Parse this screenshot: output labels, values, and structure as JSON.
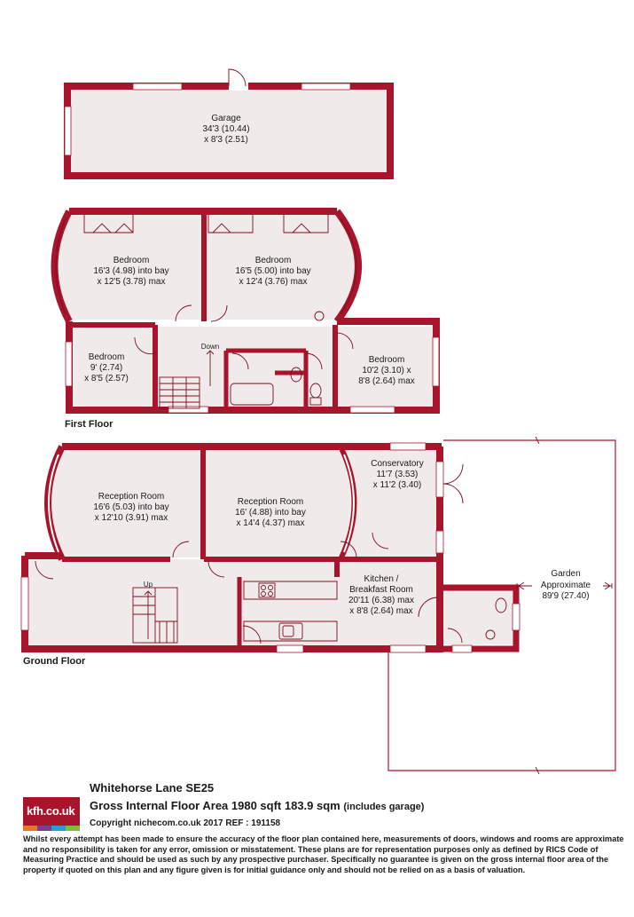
{
  "colors": {
    "wall": "#a8142b",
    "room_fill": "#f1eaea",
    "logo_bar": [
      "#e87722",
      "#7a3c97",
      "#2b9bd8",
      "#7bbf3a"
    ]
  },
  "rooms": {
    "garage": {
      "name": "Garage",
      "dim1": "34'3 (10.44)",
      "dim2": "x 8'3 (2.51)"
    },
    "bed1": {
      "name": "Bedroom",
      "dim1": "16'3 (4.98) into bay",
      "dim2": "x 12'5 (3.78) max"
    },
    "bed2": {
      "name": "Bedroom",
      "dim1": "16'5 (5.00) into bay",
      "dim2": "x 12'4 (3.76) max"
    },
    "bed3": {
      "name": "Bedroom",
      "dim1": "9' (2.74)",
      "dim2": "x 8'5 (2.57)"
    },
    "bed4": {
      "name": "Bedroom",
      "dim1": "10'2 (3.10) x",
      "dim2": "8'8 (2.64) max"
    },
    "recep1": {
      "name": "Reception Room",
      "dim1": "16'6 (5.03) into bay",
      "dim2": "x 12'10 (3.91) max"
    },
    "recep2": {
      "name": "Reception Room",
      "dim1": "16' (4.88) into bay",
      "dim2": "x 14'4 (4.37) max"
    },
    "conservatory": {
      "name": "Conservatory",
      "dim1": "11'7 (3.53)",
      "dim2": "x 11'2 (3.40)"
    },
    "kitchen": {
      "name": "Kitchen /",
      "name2": "Breakfast Room",
      "dim1": "20'11 (6.38) max",
      "dim2": "x 8'8 (2.64) max"
    },
    "garden": {
      "name": "Garden",
      "name2": "Approximate",
      "dim1": "89'9 (27.40)"
    }
  },
  "stairs": {
    "down": "Down",
    "up": "Up"
  },
  "floors": {
    "first": "First Floor",
    "ground": "Ground Floor"
  },
  "footer": {
    "logo": "kfh.co.uk",
    "address": "Whitehorse Lane  SE25",
    "area": "Gross Internal Floor Area 1980 sqft 183.9 sqm",
    "area_note": "(includes garage)",
    "copyright": "Copyright nichecom.co.uk 2017 REF : 191158",
    "disclaimer": "Whilst every attempt has been made to ensure the accuracy of the floor plan contained here, measurements of doors, windows and rooms are approximate and no responsibility is taken for any error, omission or misstatement.  These plans are for representation purposes only as defined by RICS Code of Measuring Practice and should be used as such by any prospective purchaser.  Specifically no guarantee is given on the gross internal floor area of the property if quoted on this plan and any figure given is for initial guidance only and should not be relied on as a basis of valuation."
  }
}
